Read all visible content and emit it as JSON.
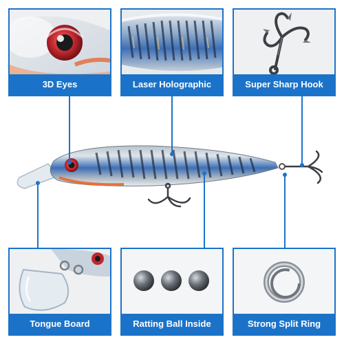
{
  "features": [
    {
      "label": "3D Eyes",
      "icon": "3d-eye-icon"
    },
    {
      "label": "Laser Holographic",
      "icon": "holographic-scales-icon"
    },
    {
      "label": "Super Sharp Hook",
      "icon": "treble-hook-icon"
    },
    {
      "label": "Tongue Board",
      "icon": "tongue-board-icon"
    },
    {
      "label": "Ratting Ball Inside",
      "icon": "rattle-balls-icon"
    },
    {
      "label": "Strong Split Ring",
      "icon": "split-ring-icon"
    }
  ],
  "colors": {
    "accent": "#1b73c9",
    "label_text": "#ffffff",
    "lure_silver": "#c9d3de",
    "lure_blue": "#3d6fb5",
    "eye_red": "#c0262e"
  }
}
